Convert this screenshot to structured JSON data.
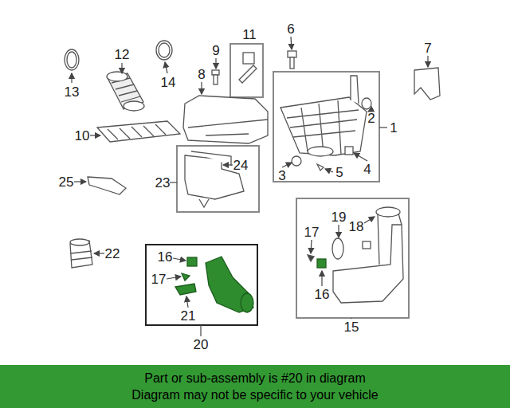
{
  "diagram": {
    "nodes": [
      {
        "text": [
          "Part or sub-assembly is #20 in diagram",
          "Diagram may not be specific to your vehicle"
        ]
      }
    ],
    "labels": [
      "12",
      "13",
      "14",
      "11",
      "9",
      "6",
      "7",
      "8",
      "2",
      "10",
      "1",
      "3",
      "5",
      "4",
      "24",
      "23",
      "25",
      "22",
      "16",
      "17",
      "19",
      "18",
      "17",
      "21",
      "16",
      "20",
      "15"
    ]
  }
}
